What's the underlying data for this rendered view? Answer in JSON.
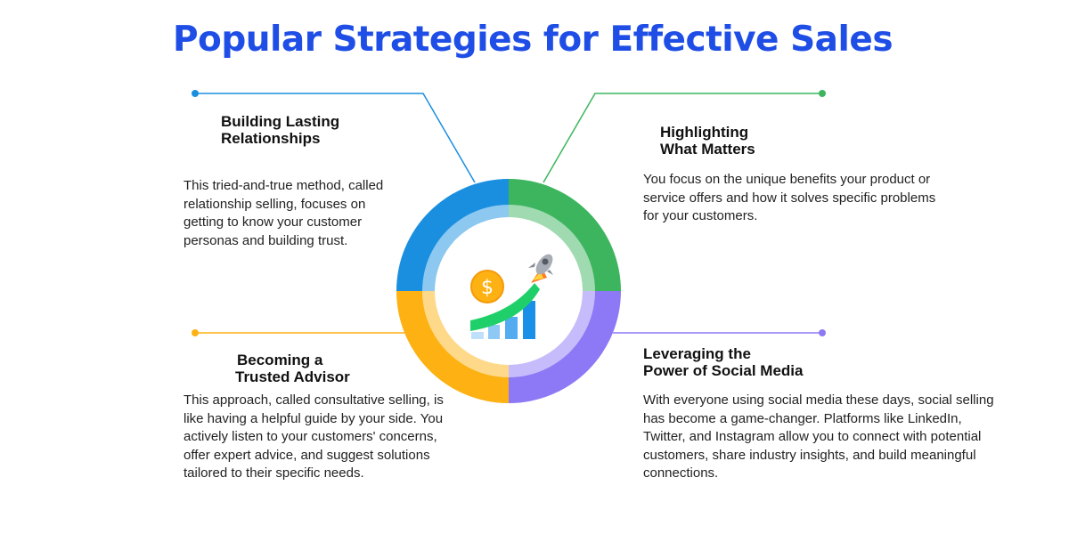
{
  "title": "Popular Strategies for Effective Sales",
  "colors": {
    "title": "#1f4ee6",
    "blue": "#1a8fe0",
    "green": "#3cb55e",
    "orange": "#fdb113",
    "purple": "#8d79f6"
  },
  "sections": [
    {
      "heading_line1": "Building  Lasting",
      "heading_line2": "Relationships",
      "body": "This tried-and-true method, called relationship selling, focuses on getting to know your customer personas and building trust."
    },
    {
      "heading_line1": "Highlighting",
      "heading_line2": "What Matters",
      "body": "You focus on the unique benefits your product or service offers and how it solves specific problems for your customers."
    },
    {
      "heading_line1": "Becoming a",
      "heading_line2": "Trusted Advisor",
      "body": "This approach, called consultative selling, is like having a helpful guide by your side. You actively listen to your customers' concerns, offer expert advice, and suggest solutions tailored to their specific needs."
    },
    {
      "heading_line1": "Leveraging the",
      "heading_line2": "Power of Social Media",
      "body": "With everyone using social media these days, social selling has become a game-changer. Platforms like LinkedIn, Twitter, and Instagram allow you to connect with potential customers, share industry insights, and build meaningful connections."
    }
  ],
  "center_icon": {
    "coin_symbol": "$"
  }
}
